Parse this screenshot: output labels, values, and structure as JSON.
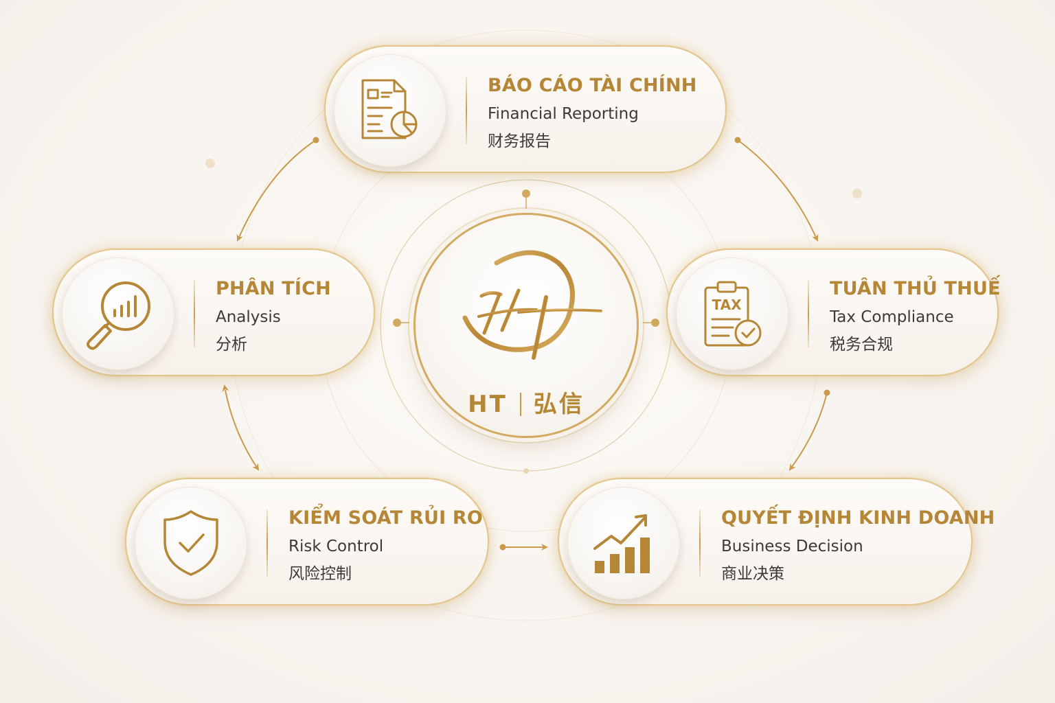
{
  "center": {
    "brand_latin": "HT",
    "brand_chinese": "弘信"
  },
  "nodes": {
    "financial_reporting": {
      "title": "BÁO CÁO TÀI CHÍNH",
      "english": "Financial Reporting",
      "chinese": "财务报告",
      "icon": "financial-report-document-icon"
    },
    "analysis": {
      "title": "PHÂN TÍCH",
      "english": "Analysis",
      "chinese": "分析",
      "icon": "magnifier-chart-icon"
    },
    "tax_compliance": {
      "title": "TUÂN THỦ THUẾ",
      "english": "Tax Compliance",
      "chinese": "税务合规",
      "icon": "tax-clipboard-check-icon",
      "icon_text": "TAX"
    },
    "risk_control": {
      "title": "KIỂM SOÁT RỦI RO",
      "english": "Risk Control",
      "chinese": "风险控制",
      "icon": "shield-check-icon"
    },
    "business_decision": {
      "title": "QUYẾT ĐỊNH KINH DOANH",
      "english": "Business Decision",
      "chinese": "商业决策",
      "icon": "growth-bar-chart-icon"
    }
  },
  "flows": [
    {
      "from": "financial_reporting",
      "to": "analysis"
    },
    {
      "from": "financial_reporting",
      "to": "tax_compliance"
    },
    {
      "from": "analysis",
      "to": "risk_control",
      "bidirectional": true
    },
    {
      "from": "tax_compliance",
      "to": "business_decision"
    },
    {
      "from": "risk_control",
      "to": "business_decision"
    }
  ],
  "colors": {
    "gold": "#c99a4a",
    "gold_dark": "#b58636",
    "text": "#3b3a38",
    "background": "#f8f5f1"
  }
}
